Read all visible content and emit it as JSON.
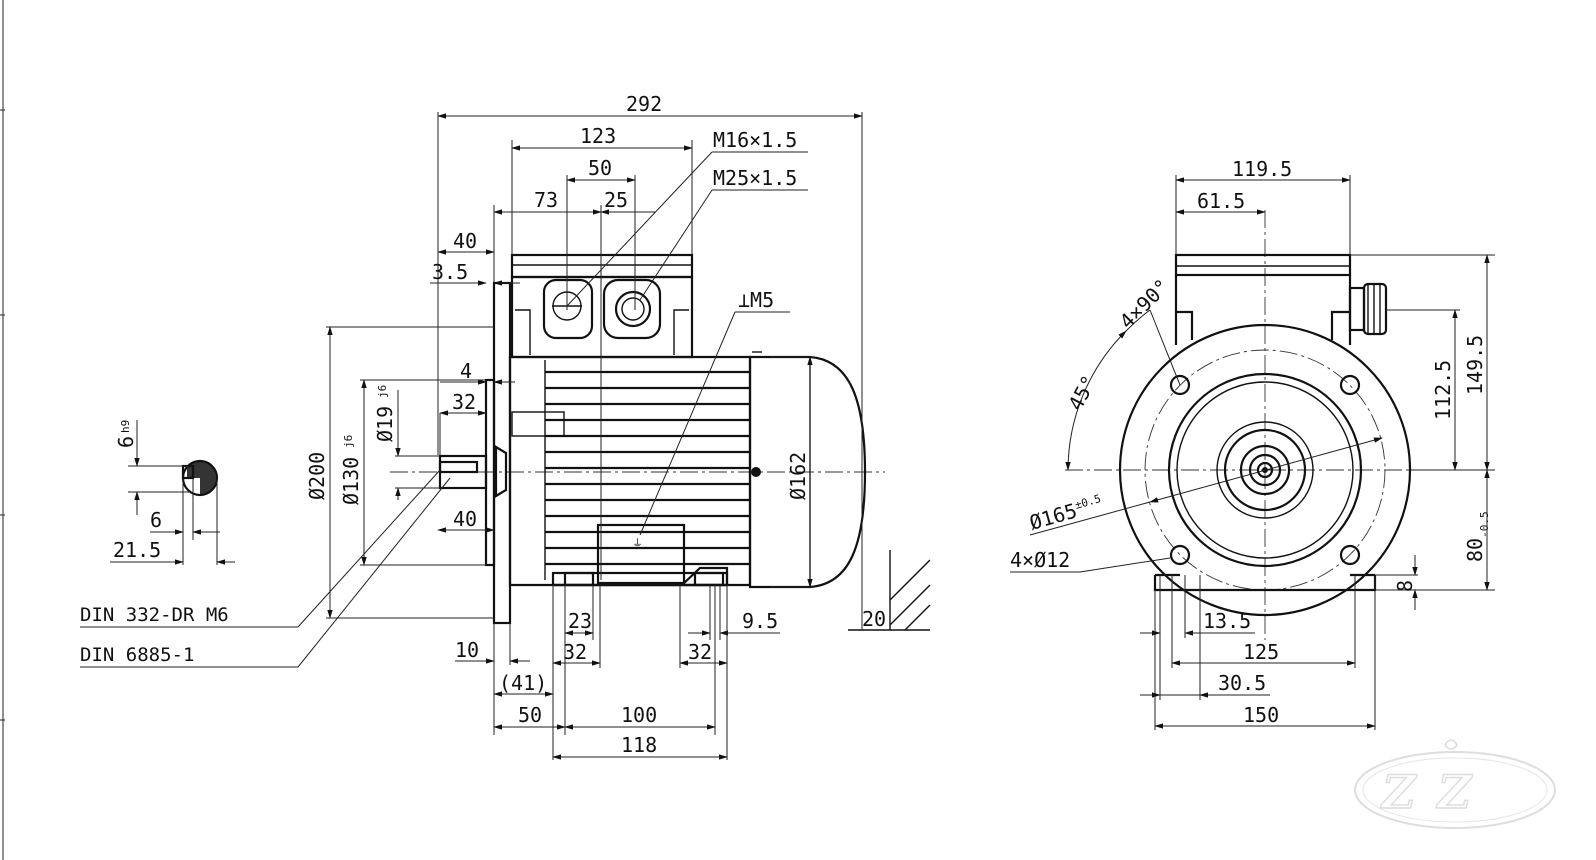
{
  "side_view": {
    "overall_length": "292",
    "terminal_box_width": "123",
    "cable_entry_spacing": "50",
    "box_to_entry": "73",
    "entry_offset": "25",
    "gland_small": "M16×1.5",
    "gland_large": "M25×1.5",
    "flange_to_box": "40",
    "flange_thickness": "3.5",
    "earth_thread": "M5",
    "spigot_depth": "4",
    "shaft_length": "32",
    "shaft_key_length": "40",
    "shaft_diameter": "Ø19",
    "shaft_tolerance": "j6",
    "spigot_diameter": "Ø130",
    "spigot_tolerance": "j6",
    "flange_diameter": "Ø200",
    "motor_diameter": "Ø162",
    "center_hole_label": "DIN 332-DR M6",
    "key_label": "DIN 6885-1",
    "flange_offset": "10",
    "foot_offset_bracket": "(41)",
    "foot_length": "23",
    "foot_left": "32",
    "foot_right": "32",
    "foot_hole": "9.5",
    "foot_flange_distance": "50",
    "foot_hole_spacing": "100",
    "foot_length_total": "118",
    "foot_height_ref": "20"
  },
  "key_section": {
    "key_height": "6",
    "key_height_tolerance": "h9",
    "key_width": "6",
    "shaft_depth": "21.5"
  },
  "front_view": {
    "box_width": "119.5",
    "box_offset": "61.5",
    "hole_angle": "4×90°",
    "hole_offset_angle": "45°",
    "pcd": "Ø165",
    "pcd_tolerance": "±0.5",
    "flange_holes": "4×Ø12",
    "height_112": "112.5",
    "height_total": "149.5",
    "shaft_height": "80",
    "shaft_height_tolerance": "-0.5",
    "foot_thickness": "8",
    "foot_hole": "13.5",
    "foot_hole_spacing": "125",
    "foot_edge": "30.5",
    "foot_width": "150"
  },
  "logo": {
    "text": "ZZ"
  }
}
